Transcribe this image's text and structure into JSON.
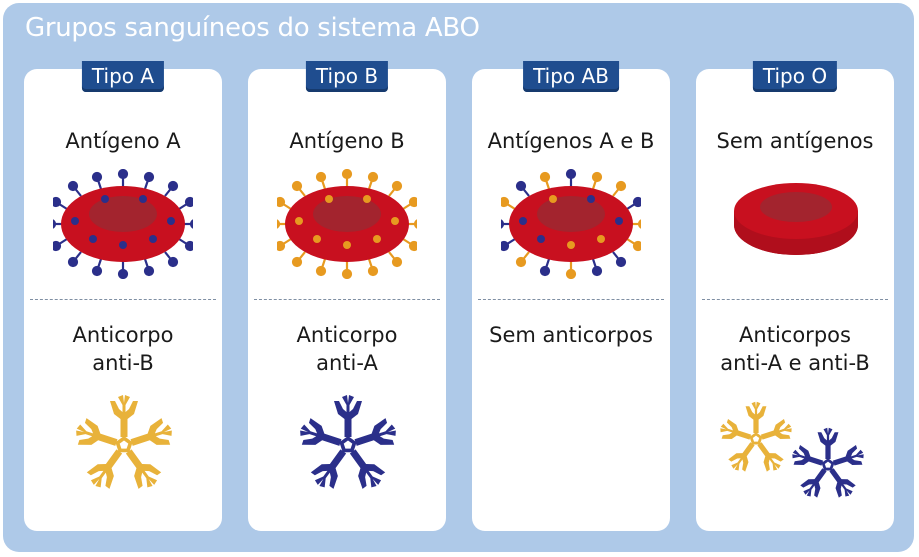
{
  "title": "Grupos sanguíneos do sistema ABO",
  "colors": {
    "frame": "#aec9e8",
    "tab": "#1f4d8f",
    "cell": "#c8101f",
    "cell_center": "#a3242e",
    "antigen_a": "#2b2f8a",
    "antigen_b": "#e79a20",
    "antibody_anti_b": "#e8b23a",
    "antibody_anti_a": "#2b2f8a"
  },
  "groups": [
    {
      "tab": "Tipo A",
      "antigen": "Antígeno A",
      "antibody_line1": "Anticorpo",
      "antibody_line2": "anti-B"
    },
    {
      "tab": "Tipo B",
      "antigen": "Antígeno B",
      "antibody_line1": "Anticorpo",
      "antibody_line2": "anti-A"
    },
    {
      "tab": "Tipo AB",
      "antigen": "Antígenos A e B",
      "antibody_line1": "Sem anticorpos",
      "antibody_line2": ""
    },
    {
      "tab": "Tipo O",
      "antigen": "Sem antígenos",
      "antibody_line1": "Anticorpos",
      "antibody_line2": "anti-A e anti-B"
    }
  ]
}
